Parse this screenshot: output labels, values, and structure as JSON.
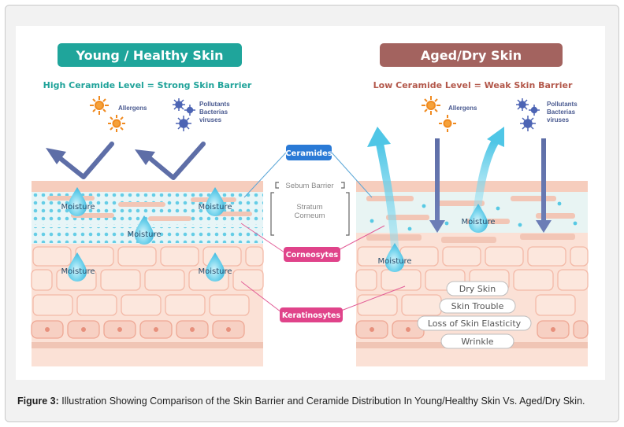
{
  "left_panel": {
    "title": "Young / Healthy Skin",
    "subtitle": "High Ceramide Level = Strong Skin Barrier",
    "allergens": "Allergens",
    "pollutants": [
      "Pollutants",
      "Bacterias",
      "viruses"
    ],
    "moisture": "Moisture"
  },
  "right_panel": {
    "title": "Aged/Dry Skin",
    "subtitle": "Low Ceramide Level = Weak Skin Barrier",
    "allergens": "Allergens",
    "pollutants": [
      "Pollutants",
      "Bacterias",
      "viruses"
    ],
    "moisture": "Moisture",
    "conditions": [
      "Dry Skin",
      "Skin Trouble",
      "Loss of Skin Elasticity",
      "Wrinkle"
    ]
  },
  "center": {
    "ceramides": "Ceramides",
    "corneosytes": "Corneosytes",
    "keratinosytes": "Keratinosytes",
    "sebum_barrier": "Sebum Barrier",
    "stratum_corneum": [
      "Stratum",
      "Corneum"
    ]
  },
  "caption": {
    "label": "Figure 3:",
    "text": " Illustration Showing Comparison of the Skin Barrier and Ceramide Distribution In Young/Healthy Skin Vs. Aged/Dry Skin."
  },
  "colors": {
    "healthy_title_bg": "#1fa59b",
    "aged_title_bg": "#a3635f",
    "healthy_subtitle": "#20a39a",
    "aged_subtitle": "#b3584b",
    "ceramides_tag": "#2a7ad6",
    "pink_tag": "#e0438a",
    "arrow_blue": "#5e6ea7",
    "moisture_blue": "#55c5e4"
  }
}
